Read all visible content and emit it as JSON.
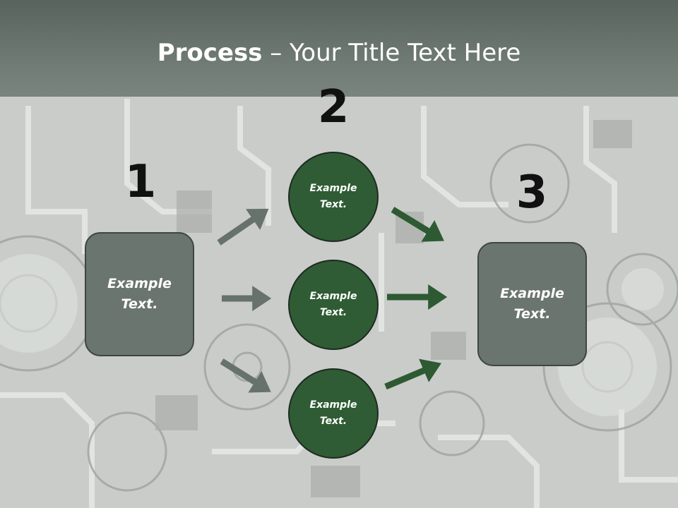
{
  "title": {
    "bold": "Process",
    "rest": " – Your Title Text Here"
  },
  "steps": [
    {
      "number": "1",
      "text": "Example\nText."
    },
    {
      "number": "2"
    },
    {
      "number": "3",
      "text": "Example\nText."
    }
  ],
  "circles": [
    {
      "text": "Example\nText."
    },
    {
      "text": "Example\nText."
    },
    {
      "text": "Example\nText."
    }
  ],
  "colors": {
    "title_bar": "#65706a",
    "box_fill": "#6b756f",
    "circle_fill": "#2f5c34",
    "arrow_gray": "#66726b",
    "arrow_green": "#2e5a33"
  },
  "background": "gear-machinery-image"
}
